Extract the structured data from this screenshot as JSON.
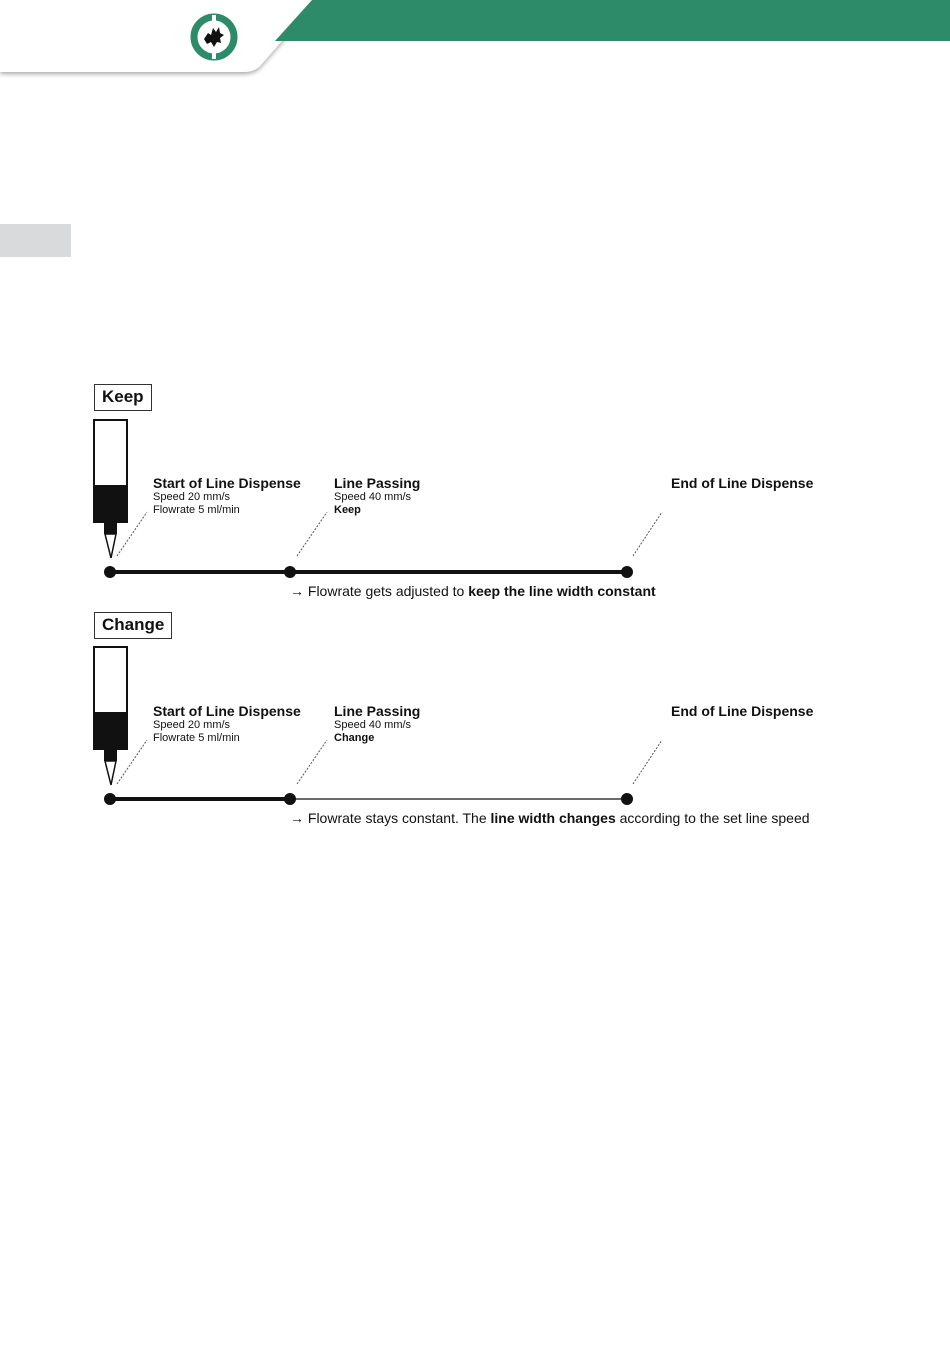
{
  "header": {
    "brand_color": "#2e8b6a",
    "logo_icon": "dispenser-logo-icon"
  },
  "diagrams": [
    {
      "mode": "Keep",
      "start": {
        "title": "Start of Line Dispense",
        "speed": "Speed 20 mm/s",
        "flow": "Flowrate 5 ml/min"
      },
      "passing": {
        "title": "Line Passing",
        "speed": "Speed 40 mm/s",
        "mode": "Keep"
      },
      "end": {
        "title": "End of Line Dispense"
      },
      "result": {
        "arrow": "→",
        "text1": "Flowrate gets adjusted to ",
        "bold1": "keep the line width constant",
        "text2": "",
        "bold2": "",
        "text3": ""
      }
    },
    {
      "mode": "Change",
      "start": {
        "title": "Start of Line Dispense",
        "speed": "Speed 20 mm/s",
        "flow": "Flowrate 5 ml/min"
      },
      "passing": {
        "title": "Line Passing",
        "speed": "Speed 40 mm/s",
        "mode": "Change"
      },
      "end": {
        "title": "End of Line Dispense"
      },
      "result": {
        "arrow": "→",
        "text1": "Flowrate stays constant. The ",
        "bold1": "line width changes",
        "text2": " according to the set line speed",
        "bold2": "",
        "text3": ""
      }
    }
  ]
}
